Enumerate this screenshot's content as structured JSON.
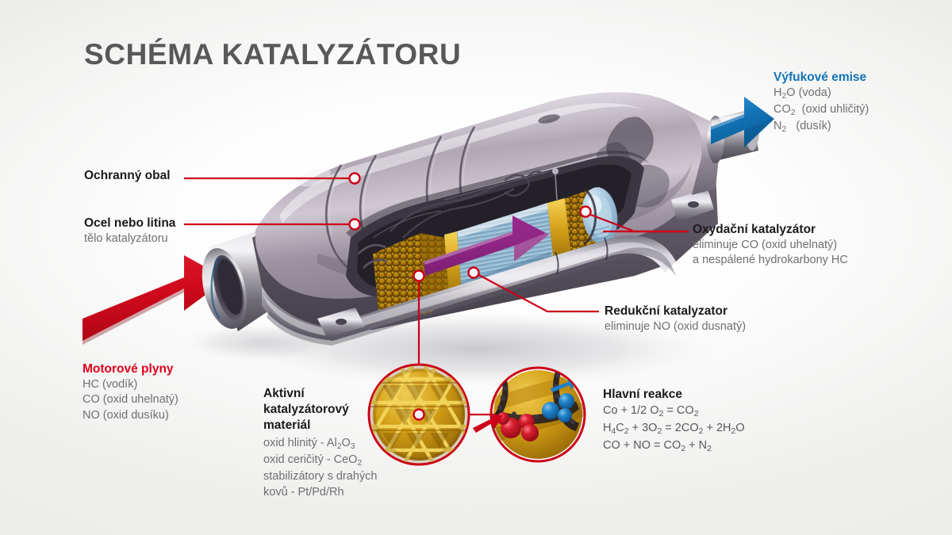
{
  "title": "SCHÉMA KATALYZÁTORU",
  "colors": {
    "red_accent": "#e2001a",
    "blue_accent": "#1273b6",
    "leader_red": "#cc0018",
    "purple_arrow": "#8e2583",
    "gold_honeycomb": "#c8960f",
    "heading_gray": "#58585a"
  },
  "labels": {
    "exhaust_emissions": {
      "heading": "Výfukové emise",
      "lines": [
        {
          "formula": "H₂O",
          "name": "(voda)"
        },
        {
          "formula": "CO₂",
          "name": "(oxid uhličitý)"
        },
        {
          "formula": "N₂",
          "name": "(dusík)"
        }
      ]
    },
    "protective_shell": {
      "heading": "Ochranný obal"
    },
    "steel_body": {
      "heading": "Ocel nebo litina",
      "sub": "tělo katalyzátoru"
    },
    "oxidation_catalyst": {
      "heading": "Oxydační katalyzátor",
      "sub1": "eliminuje CO (oxid uhelnatý)",
      "sub2": "a nespálené hydrokarbony HC"
    },
    "reduction_catalyst": {
      "heading": "Redukční katalyzator",
      "sub1": "eliminuje NO (oxid dusnatý)"
    },
    "engine_gases": {
      "heading": "Motorové plyny",
      "lines": [
        "HC (vodík)",
        "CO (oxid uhelnatý)",
        "NO (oxid dusíku)"
      ]
    },
    "active_material": {
      "heading_line1": "Aktivní",
      "heading_line2": "katalyzátorový",
      "heading_line3": "materiál",
      "lines": [
        {
          "pre": "oxid hlinitý - Al",
          "sub1": "2",
          "mid": "O",
          "sub2": "3",
          "post": ""
        },
        {
          "pre": "oxid ceričitý - CeO",
          "sub1": "2",
          "mid": "",
          "sub2": "",
          "post": ""
        }
      ],
      "plain_lines": [
        "stabilizátory s drahých",
        "kovů - Pt/Pd/Rh"
      ]
    },
    "main_reactions": {
      "heading": "Hlavní reakce",
      "equations": [
        "Co + 1/2 O₂ = CO₂",
        "H₄C₂ + 3O₂ = 2CO₂ + 2H₂O",
        "CO + NO = CO₂ + N₂"
      ]
    }
  },
  "diagram": {
    "inlet_arrow": {
      "name": "engine-gas-inlet-arrow",
      "color": "#cf0a1c",
      "direction": "up-right"
    },
    "outlet_arrow": {
      "name": "exhaust-outlet-arrow",
      "color": "#1273b6",
      "direction": "up-right"
    },
    "flow_arrow": {
      "name": "internal-flow-arrow",
      "color": "#8e2583",
      "direction": "right"
    },
    "detail_circles": [
      {
        "name": "honeycomb-detail",
        "kind": "triangular-lattice",
        "color": "#d4a017"
      },
      {
        "name": "reaction-detail",
        "kind": "molecules",
        "molecule_colors": [
          "#cc1122",
          "#1d7fc4"
        ]
      }
    ],
    "callout_dots": 6
  }
}
